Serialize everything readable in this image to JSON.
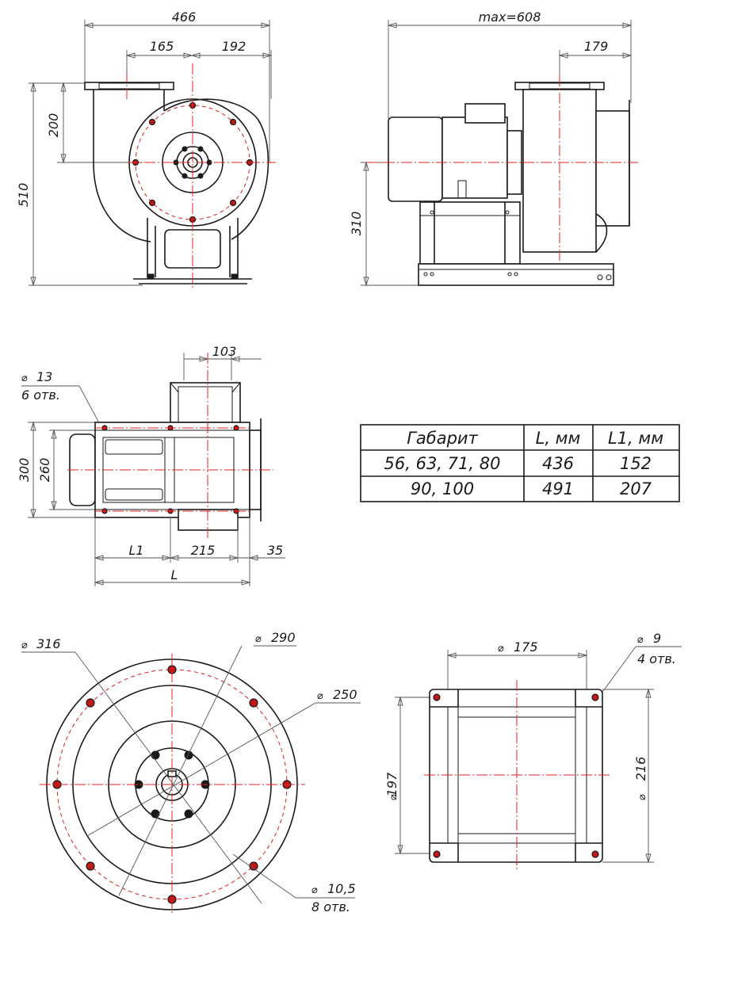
{
  "dimensions": {
    "top_left": {
      "width_total": "466",
      "left_part": "165",
      "right_part": "192",
      "outlet_height": "200",
      "total_height": "510"
    },
    "top_right": {
      "max_length": "max=608",
      "outlet_offset": "179",
      "axis_height": "310"
    },
    "middle": {
      "outlet_width": "103",
      "hole_note": "13",
      "hole_count": "6 отв.",
      "height_outer": "300",
      "height_inner": "260",
      "l1": "L1",
      "center": "215",
      "flange": "35",
      "l": "L"
    },
    "bottom_left": {
      "d_outer": "316",
      "d_bolt": "290",
      "d_inner": "250",
      "hole": "10,5",
      "hole_count": "8 отв."
    },
    "bottom_right": {
      "hole": "9",
      "hole_count": "4 отв.",
      "width": "175",
      "height_inner": "197",
      "height_outer": "216"
    }
  },
  "table": {
    "headers": [
      "Габарит",
      "L, мм",
      "L1, мм"
    ],
    "rows": [
      [
        "56, 63, 71, 80",
        "436",
        "152"
      ],
      [
        "90, 100",
        "491",
        "207"
      ]
    ]
  },
  "diameter_symbol": "⌀",
  "colors": {
    "line": "#1a1a1a",
    "axis": "#e02020",
    "hole_fill": "#c01818"
  }
}
